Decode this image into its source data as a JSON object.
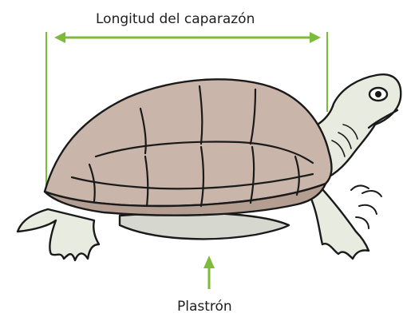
{
  "labels": {
    "shell_length": "Longitud del caparazón",
    "plastron": "Plastrón"
  },
  "colors": {
    "accent": "#7dbb3a",
    "outline": "#1a1a1a",
    "shell": "#c9b5a9",
    "shell_dark": "#b49d91",
    "skin": "#e8ebe0",
    "plastron": "#d6d8cf",
    "background": "#ffffff"
  },
  "icons": [
    "turtle-illustration",
    "double-headed-arrow",
    "up-arrow"
  ]
}
